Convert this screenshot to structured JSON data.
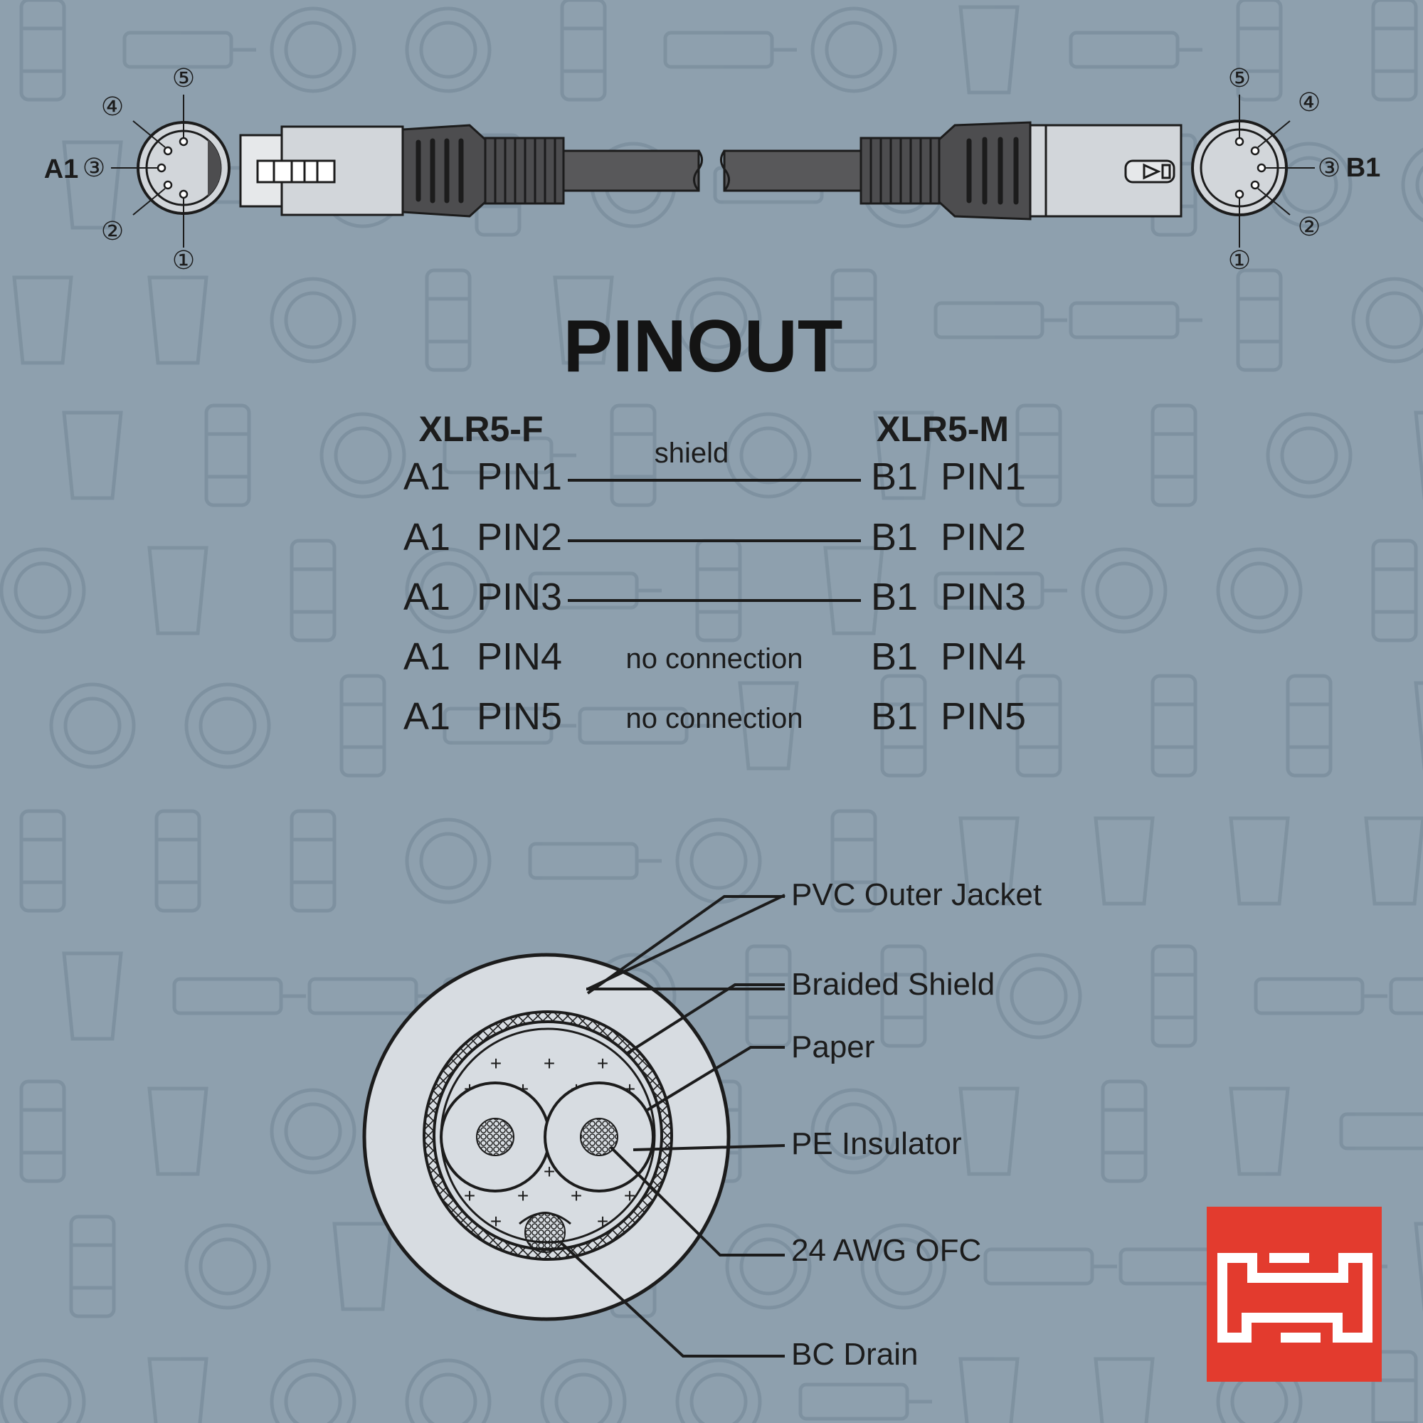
{
  "title": "PINOUT",
  "left_connector": {
    "label": "A1",
    "pin_marks": [
      "⑤",
      "④",
      "③",
      "②",
      "①"
    ]
  },
  "right_connector": {
    "label": "B1",
    "pin_marks": [
      "⑤",
      "④",
      "③",
      "②",
      "①"
    ]
  },
  "pinout": {
    "left_header": "XLR5-F",
    "right_header": "XLR5-M",
    "shield_label": "shield",
    "rows": [
      {
        "left_end": "A1",
        "left_pin": "PIN1",
        "right_end": "B1",
        "right_pin": "PIN1",
        "connection": "line"
      },
      {
        "left_end": "A1",
        "left_pin": "PIN2",
        "right_end": "B1",
        "right_pin": "PIN2",
        "connection": "line"
      },
      {
        "left_end": "A1",
        "left_pin": "PIN3",
        "right_end": "B1",
        "right_pin": "PIN3",
        "connection": "line"
      },
      {
        "left_end": "A1",
        "left_pin": "PIN4",
        "right_end": "B1",
        "right_pin": "PIN4",
        "connection": "no connection"
      },
      {
        "left_end": "A1",
        "left_pin": "PIN5",
        "right_end": "B1",
        "right_pin": "PIN5",
        "connection": "no connection"
      }
    ]
  },
  "cable_layers": [
    "PVC Outer Jacket",
    "Braided Shield",
    "Paper",
    "PE Insulator",
    "24 AWG OFC",
    "BC Drain"
  ],
  "colors": {
    "background": "#8ea0ae",
    "pattern": "#7d909f",
    "ink": "#1c1c1c",
    "connector_body": "#d2d6da",
    "connector_dark": "#4d4d4f",
    "cable_fill": "#d7dce1",
    "logo_red": "#e33b2e"
  }
}
